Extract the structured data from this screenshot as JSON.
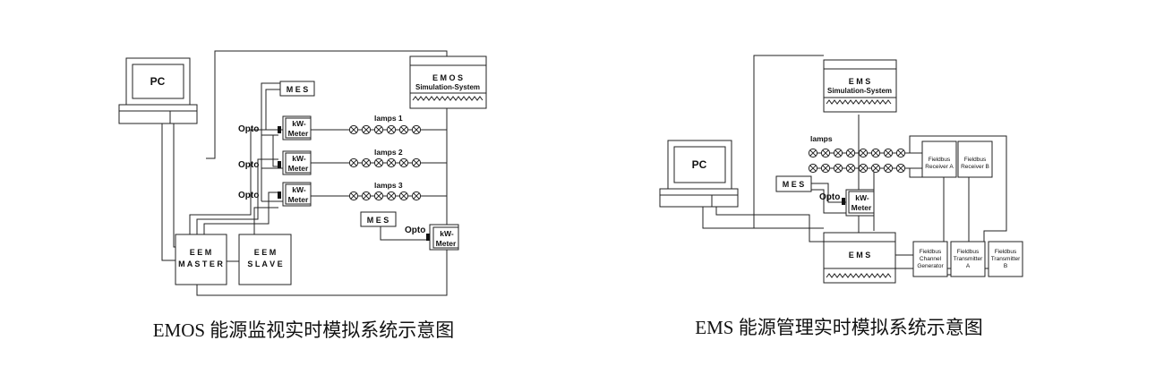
{
  "left": {
    "pc": "PC",
    "mes_top": "M E S",
    "opto_1": "Opto",
    "opto_2": "Opto",
    "opto_3": "Opto",
    "opto_4": "Opto",
    "meter_1": [
      "kW-",
      "Meter"
    ],
    "meter_2": [
      "kW-",
      "Meter"
    ],
    "meter_3": [
      "kW-",
      "Meter"
    ],
    "meter_4": [
      "kW-",
      "Meter"
    ],
    "lamps_1": "lamps 1",
    "lamps_2": "lamps 2",
    "lamps_3": "lamps 3",
    "sim": [
      "E M O S",
      "Simulation-System"
    ],
    "mes_bottom": "M E S",
    "eem_master": [
      "E E M",
      "M A S T E R"
    ],
    "eem_slave": [
      "E E M",
      "S L A V E"
    ],
    "caption": "EMOS 能源监视实时模拟系统示意图"
  },
  "right": {
    "pc": "PC",
    "sim": [
      "E M S",
      "Simulation-System"
    ],
    "lamps": "lamps",
    "mes": "M E S",
    "opto": "Opto",
    "meter": [
      "kW-",
      "Meter"
    ],
    "ems": "E M S",
    "receiver_a": [
      "Fieldbus",
      "Receiver A"
    ],
    "receiver_b": [
      "Fieldbus",
      "Receiver B"
    ],
    "channel_gen": [
      "Fieldbus",
      "Channel",
      "Generator"
    ],
    "transmitter_a": [
      "Fieldbus",
      "Transmitter",
      "A"
    ],
    "transmitter_b": [
      "Fieldbus",
      "Transmitter",
      "B"
    ],
    "caption": "EMS 能源管理实时模拟系统示意图"
  }
}
